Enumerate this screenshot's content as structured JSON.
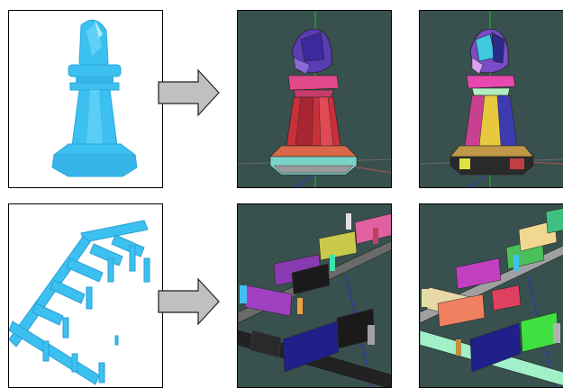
{
  "figure": {
    "rows": [
      {
        "subject": "chess-bishop",
        "panels": [
          {
            "style": "input-mesh",
            "fill_color": "#3cc0f0"
          },
          {
            "style": "segmentation-result",
            "background": "#38504e"
          },
          {
            "style": "segmentation-result",
            "background": "#38504e"
          }
        ]
      },
      {
        "subject": "building-floor-plan",
        "panels": [
          {
            "style": "input-mesh",
            "fill_color": "#3cc0f0"
          },
          {
            "style": "segmentation-result",
            "background": "#38504e"
          },
          {
            "style": "segmentation-result",
            "background": "#38504e"
          }
        ]
      }
    ],
    "arrow_color": "#c0c0c0"
  }
}
